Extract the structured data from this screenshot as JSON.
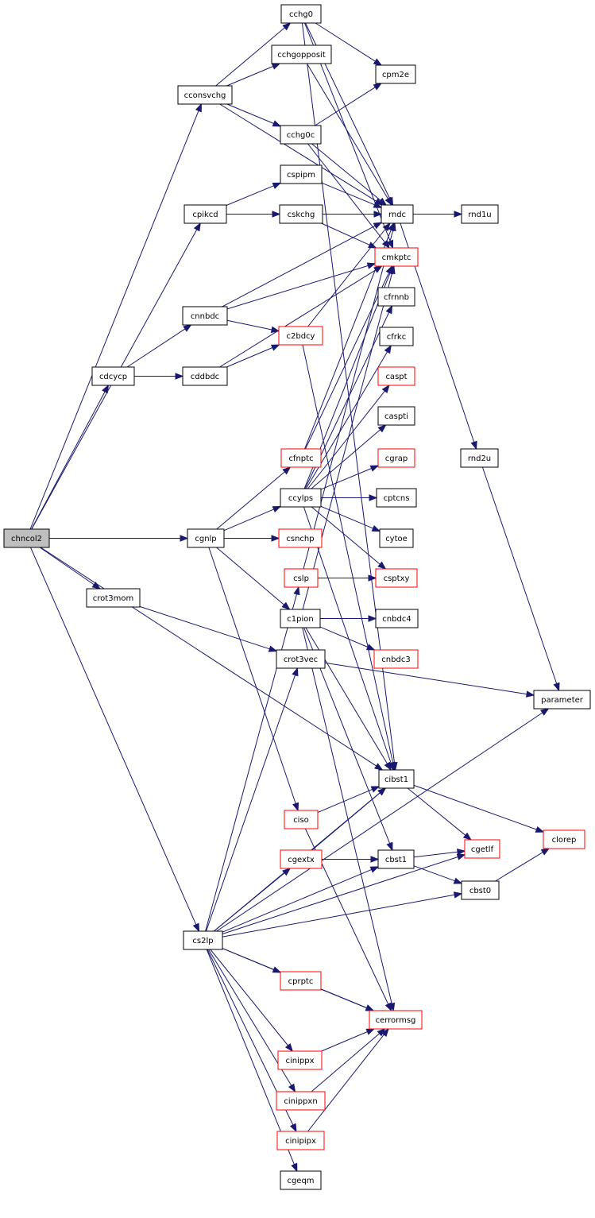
{
  "colors": {
    "edge": "#191970",
    "node_border_normal": "#000000",
    "node_border_link": "#ff0000",
    "node_fill_root": "#bfbfbf",
    "node_fill": "#ffffff"
  },
  "nodes": {
    "chncol2": {
      "label": "chncol2",
      "style": "root"
    },
    "cchg0": {
      "label": "cchg0",
      "style": "normal"
    },
    "cchgopposit": {
      "label": "cchgopposit",
      "style": "normal"
    },
    "cconsvchg": {
      "label": "cconsvchg",
      "style": "normal"
    },
    "cpm2e": {
      "label": "cpm2e",
      "style": "normal"
    },
    "cchg0c": {
      "label": "cchg0c",
      "style": "normal"
    },
    "cspipm": {
      "label": "cspipm",
      "style": "normal"
    },
    "cpikcd": {
      "label": "cpikcd",
      "style": "normal"
    },
    "cskchg": {
      "label": "cskchg",
      "style": "normal"
    },
    "rndc": {
      "label": "rndc",
      "style": "normal"
    },
    "rnd1u": {
      "label": "rnd1u",
      "style": "normal"
    },
    "cmkptc": {
      "label": "cmkptc",
      "style": "red"
    },
    "cfrnnb": {
      "label": "cfrnnb",
      "style": "normal"
    },
    "cnnbdc": {
      "label": "cnnbdc",
      "style": "normal"
    },
    "c2bdcy": {
      "label": "c2bdcy",
      "style": "red"
    },
    "cfrkc": {
      "label": "cfrkc",
      "style": "normal"
    },
    "cdcycp": {
      "label": "cdcycp",
      "style": "normal"
    },
    "cddbdc": {
      "label": "cddbdc",
      "style": "normal"
    },
    "caspt": {
      "label": "caspt",
      "style": "red"
    },
    "caspti": {
      "label": "caspti",
      "style": "normal"
    },
    "cfnptc": {
      "label": "cfnptc",
      "style": "red"
    },
    "cgrap": {
      "label": "cgrap",
      "style": "red"
    },
    "rnd2u": {
      "label": "rnd2u",
      "style": "normal"
    },
    "ccylps": {
      "label": "ccylps",
      "style": "normal"
    },
    "cptcns": {
      "label": "cptcns",
      "style": "normal"
    },
    "cgnlp": {
      "label": "cgnlp",
      "style": "normal"
    },
    "csnchp": {
      "label": "csnchp",
      "style": "red"
    },
    "cytoe": {
      "label": "cytoe",
      "style": "normal"
    },
    "cslp": {
      "label": "cslp",
      "style": "red"
    },
    "csptxy": {
      "label": "csptxy",
      "style": "red"
    },
    "crot3mom": {
      "label": "crot3mom",
      "style": "normal"
    },
    "c1pion": {
      "label": "c1pion",
      "style": "normal"
    },
    "cnbdc4": {
      "label": "cnbdc4",
      "style": "normal"
    },
    "crot3vec": {
      "label": "crot3vec",
      "style": "normal"
    },
    "cnbdc3": {
      "label": "cnbdc3",
      "style": "red"
    },
    "parameter": {
      "label": "parameter",
      "style": "normal"
    },
    "cibst1": {
      "label": "cibst1",
      "style": "normal"
    },
    "ciso": {
      "label": "ciso",
      "style": "red"
    },
    "clorep": {
      "label": "clorep",
      "style": "red"
    },
    "cgextx": {
      "label": "cgextx",
      "style": "red"
    },
    "cbst1": {
      "label": "cbst1",
      "style": "normal"
    },
    "cgetlf": {
      "label": "cgetlf",
      "style": "red"
    },
    "cbst0": {
      "label": "cbst0",
      "style": "normal"
    },
    "cs2lp": {
      "label": "cs2lp",
      "style": "normal"
    },
    "cprptc": {
      "label": "cprptc",
      "style": "red"
    },
    "cerrormsg": {
      "label": "cerrormsg",
      "style": "red"
    },
    "cinippx": {
      "label": "cinippx",
      "style": "red"
    },
    "cinippxn": {
      "label": "cinippxn",
      "style": "red"
    },
    "cinipipx": {
      "label": "cinipipx",
      "style": "red"
    },
    "cgeqm": {
      "label": "cgeqm",
      "style": "normal"
    }
  },
  "edges": [
    [
      "chncol2",
      "cconsvchg"
    ],
    [
      "chncol2",
      "cpikcd"
    ],
    [
      "chncol2",
      "cdcycp"
    ],
    [
      "chncol2",
      "cgnlp"
    ],
    [
      "chncol2",
      "crot3mom"
    ],
    [
      "chncol2",
      "cibst1"
    ],
    [
      "chncol2",
      "cs2lp"
    ],
    [
      "cconsvchg",
      "cchg0"
    ],
    [
      "cconsvchg",
      "cchgopposit"
    ],
    [
      "cconsvchg",
      "cchg0c"
    ],
    [
      "cconsvchg",
      "rndc"
    ],
    [
      "cchg0",
      "cpm2e"
    ],
    [
      "cchg0",
      "rndc"
    ],
    [
      "cchg0",
      "cmkptc"
    ],
    [
      "cchg0",
      "cibst1"
    ],
    [
      "cchgopposit",
      "rndc"
    ],
    [
      "cchg0c",
      "cpm2e"
    ],
    [
      "cchg0c",
      "rndc"
    ],
    [
      "cchg0c",
      "cmkptc"
    ],
    [
      "cpikcd",
      "cspipm"
    ],
    [
      "cpikcd",
      "cskchg"
    ],
    [
      "cspipm",
      "rndc"
    ],
    [
      "cskchg",
      "rndc"
    ],
    [
      "cskchg",
      "cmkptc"
    ],
    [
      "rndc",
      "rnd1u"
    ],
    [
      "rndc",
      "rnd2u"
    ],
    [
      "rnd2u",
      "parameter"
    ],
    [
      "cdcycp",
      "cnnbdc"
    ],
    [
      "cdcycp",
      "cddbdc"
    ],
    [
      "cnnbdc",
      "rndc"
    ],
    [
      "cnnbdc",
      "cmkptc"
    ],
    [
      "cnnbdc",
      "c2bdcy"
    ],
    [
      "cddbdc",
      "c2bdcy"
    ],
    [
      "cddbdc",
      "cmkptc"
    ],
    [
      "c2bdcy",
      "rndc"
    ],
    [
      "c2bdcy",
      "cibst1"
    ],
    [
      "cgnlp",
      "cfnptc"
    ],
    [
      "cgnlp",
      "ccylps"
    ],
    [
      "cgnlp",
      "csnchp"
    ],
    [
      "cgnlp",
      "c1pion"
    ],
    [
      "cgnlp",
      "ciso"
    ],
    [
      "cfnptc",
      "rndc"
    ],
    [
      "cfnptc",
      "cmkptc"
    ],
    [
      "ccylps",
      "cfrnnb"
    ],
    [
      "ccylps",
      "cfrkc"
    ],
    [
      "ccylps",
      "caspt"
    ],
    [
      "ccylps",
      "caspti"
    ],
    [
      "ccylps",
      "cgrap"
    ],
    [
      "ccylps",
      "cptcns"
    ],
    [
      "ccylps",
      "cytoe"
    ],
    [
      "ccylps",
      "csptxy"
    ],
    [
      "ccylps",
      "cmkptc"
    ],
    [
      "ccylps",
      "cibst1"
    ],
    [
      "cslp",
      "rndc"
    ],
    [
      "cslp",
      "csptxy"
    ],
    [
      "crot3mom",
      "crot3vec"
    ],
    [
      "c1pion",
      "cnbdc4"
    ],
    [
      "c1pion",
      "cnbdc3"
    ],
    [
      "c1pion",
      "cmkptc"
    ],
    [
      "c1pion",
      "cibst1"
    ],
    [
      "c1pion",
      "cbst1"
    ],
    [
      "c1pion",
      "cerrormsg"
    ],
    [
      "crot3vec",
      "parameter"
    ],
    [
      "cibst1",
      "cgetlf"
    ],
    [
      "cibst1",
      "clorep"
    ],
    [
      "ciso",
      "cibst1"
    ],
    [
      "ciso",
      "cerrormsg"
    ],
    [
      "cgextx",
      "cibst1"
    ],
    [
      "cgextx",
      "cbst1"
    ],
    [
      "cbst1",
      "cgetlf"
    ],
    [
      "cbst1",
      "cbst0"
    ],
    [
      "cbst0",
      "clorep"
    ],
    [
      "cs2lp",
      "cslp"
    ],
    [
      "cs2lp",
      "crot3vec"
    ],
    [
      "cs2lp",
      "parameter"
    ],
    [
      "cs2lp",
      "cibst1"
    ],
    [
      "cs2lp",
      "cgextx"
    ],
    [
      "cs2lp",
      "cbst1"
    ],
    [
      "cs2lp",
      "cgetlf"
    ],
    [
      "cs2lp",
      "cprptc"
    ],
    [
      "cs2lp",
      "cerrormsg"
    ],
    [
      "cs2lp",
      "cinippx"
    ],
    [
      "cs2lp",
      "cinippxn"
    ],
    [
      "cs2lp",
      "cinipipx"
    ],
    [
      "cs2lp",
      "cgeqm"
    ],
    [
      "cs2lp",
      "cbst0"
    ],
    [
      "cprptc",
      "cerrormsg"
    ],
    [
      "cinippx",
      "cerrormsg"
    ],
    [
      "cinippxn",
      "cerrormsg"
    ],
    [
      "cinipipx",
      "cerrormsg"
    ]
  ]
}
